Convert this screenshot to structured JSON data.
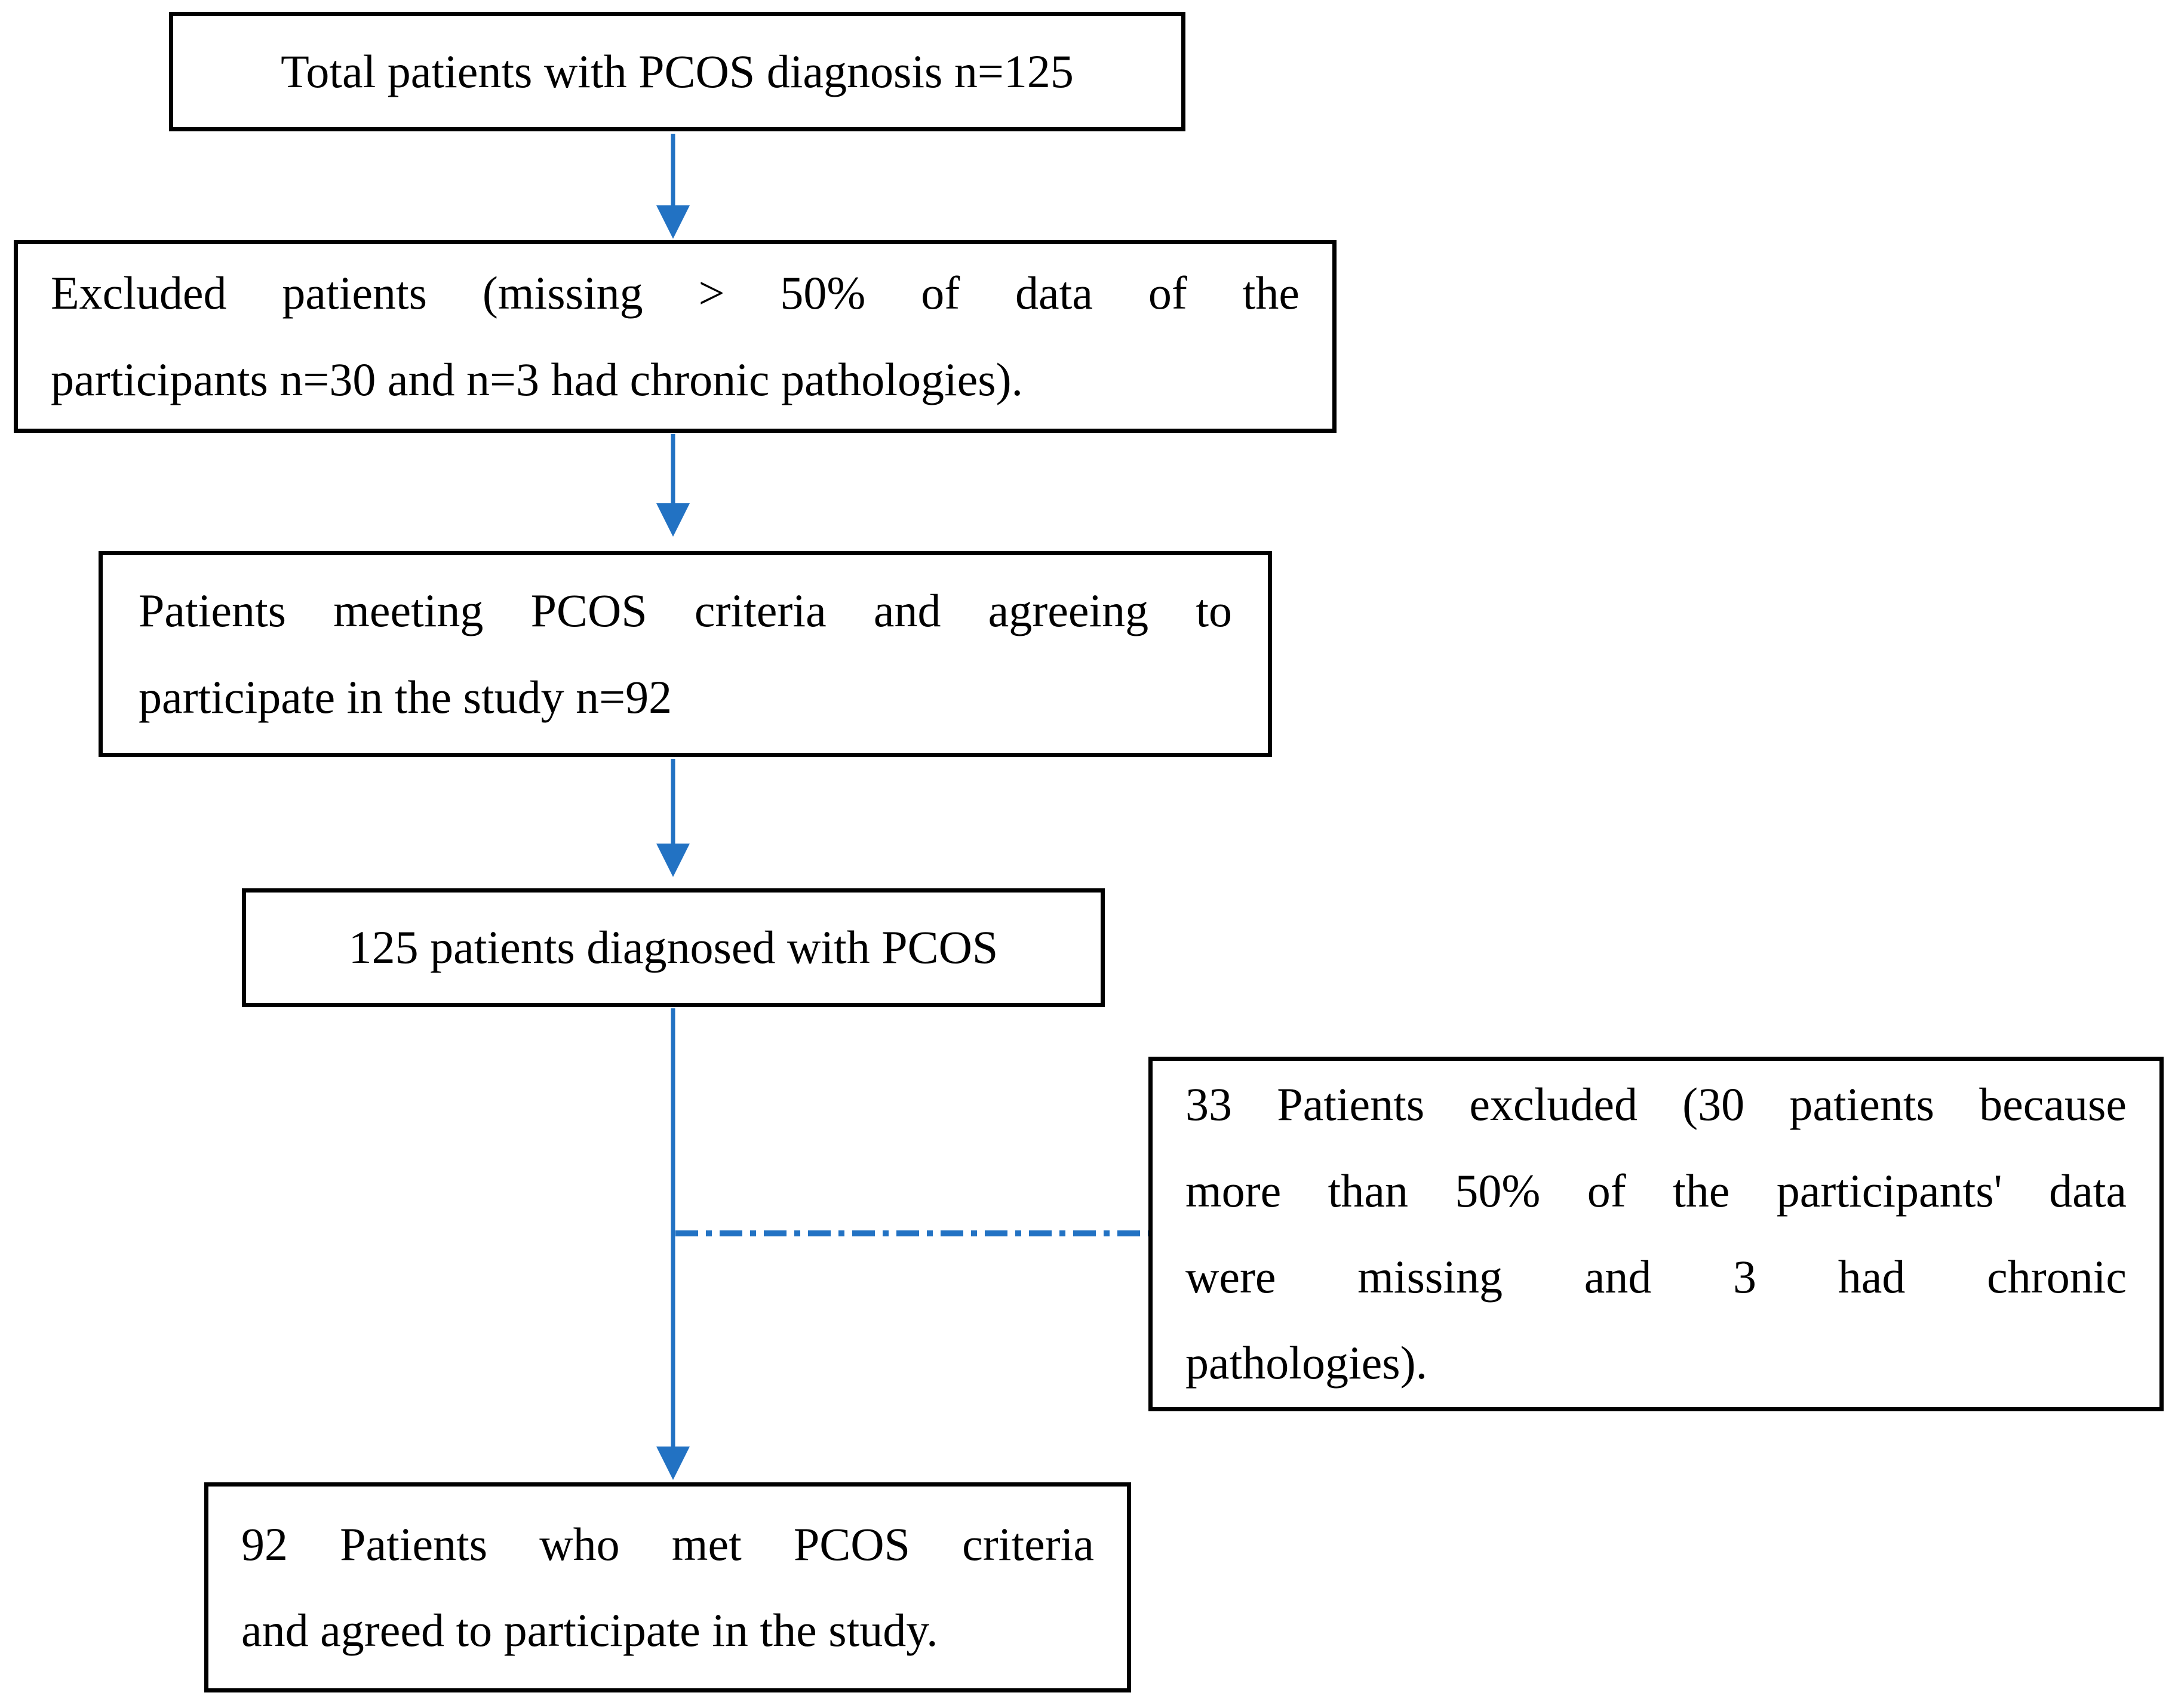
{
  "figure": {
    "type": "patient-selection-flowchart",
    "colors": {
      "arrow_blue": "#2272C3",
      "box_border": "#000000",
      "box_fill": "#FFFFFF",
      "text": "#000000",
      "page_background": "#FFFFFF"
    },
    "boxes": {
      "total": {
        "text": "Total patients with PCOS diagnosis n=125"
      },
      "excluded": {
        "lines": [
          "Excluded patients (missing > 50% of data of the",
          "participants n=30 and n=3 had chronic pathologies)."
        ]
      },
      "meeting": {
        "lines": [
          "Patients meeting PCOS criteria and agreeing to",
          "participate in the study n=92"
        ]
      },
      "diagnosed": {
        "text": "125 patients diagnosed with PCOS"
      },
      "excluded_side": {
        "lines": [
          "33 Patients excluded (30 patients because",
          "more than 50% of the participants' data",
          "were missing and 3 had chronic",
          "pathologies)."
        ]
      },
      "final": {
        "lines": [
          "92 Patients who met PCOS criteria",
          "and agreed to participate in the study."
        ]
      }
    }
  }
}
